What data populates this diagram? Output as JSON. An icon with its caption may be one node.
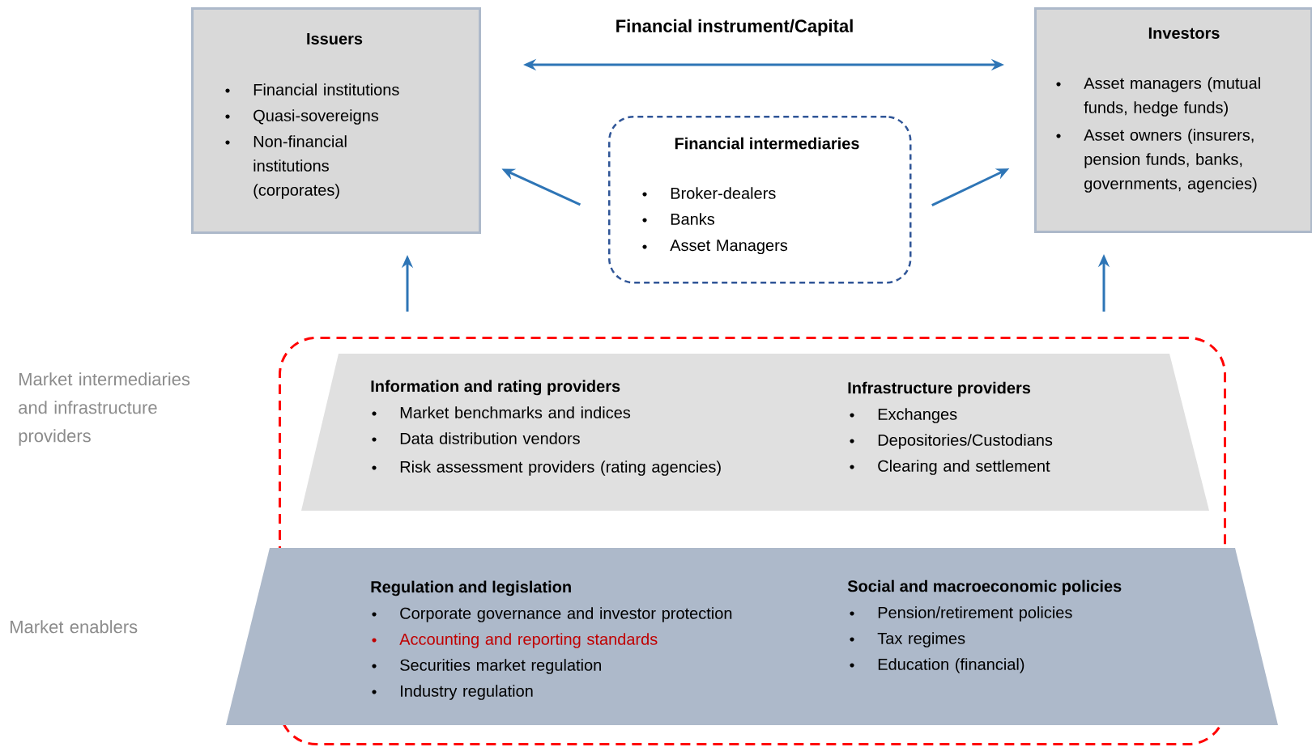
{
  "diagram": {
    "nodes": [
      {
        "text": [
          "Issuers",
          "Financial institutions",
          "Quasi-sovereigns",
          "Non-financial institutions (corporates)"
        ]
      },
      {
        "text": [
          "Investors",
          "Asset managers (mutual funds, hedge funds)",
          "Asset owners (insurers, pension funds, banks, governments, agencies)"
        ]
      },
      {
        "text": [
          "Financial intermediaries",
          "Broker-dealers",
          "Banks",
          "Asset Managers"
        ]
      },
      {
        "text": [],
        "shape": "box"
      },
      {
        "text": [
          "Information and rating providers",
          "Market benchmarks and indices",
          "Data distribution vendors",
          "Risk assessment providers (rating agencies)",
          "Infrastructure providers",
          "Exchanges",
          "Depositories/Custodians",
          "Clearing and settlement"
        ],
        "in": 3
      },
      {
        "text": [
          "Regulation and legislation",
          "Corporate governance and investor protection",
          "Accounting and reporting standards",
          "Securities market regulation",
          "Industry regulation",
          "Social and macroeconomic policies",
          "Pension/retirement policies",
          "Tax regimes",
          "Education (financial)"
        ]
      }
    ],
    "labels": [
      "Market intermediaries and infrastructure providers",
      "Market enablers"
    ],
    "edges": [
      {
        "from": 0,
        "to": 1,
        "arrow": "both",
        "label": "Financial instrument/Capital"
      },
      {
        "from": 2,
        "to": 0,
        "arrow": "to"
      },
      {
        "from": 2,
        "to": 1,
        "arrow": "to"
      },
      {
        "from": 3,
        "to": 0,
        "arrow": "to"
      },
      {
        "from": 3,
        "to": 1,
        "arrow": "to"
      }
    ]
  }
}
